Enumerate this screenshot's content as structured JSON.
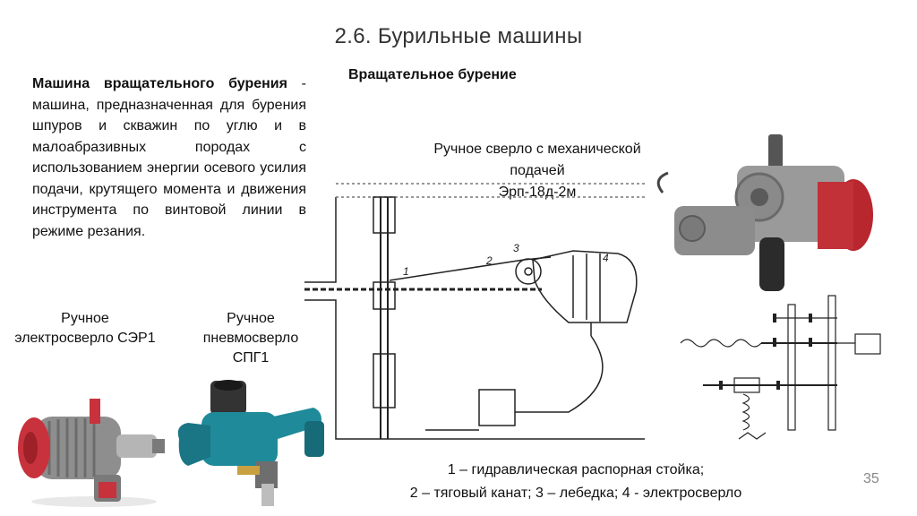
{
  "slide": {
    "title": "2.6. Бурильные машины",
    "page_number": "35"
  },
  "definition": {
    "term": "Машина вращательного бурения",
    "text": " - машина, предназначенная для бурения шпуров и скважин по углю и в малоабразивных породах с использованием энергии осевого усилия подачи, крутящего момента и движения инструмента по винтовой линии в режиме резания."
  },
  "tools": {
    "ser_caption": "Ручное электросверло СЭР1",
    "spg_caption": "Ручное пневмосверло СПГ1"
  },
  "rotary": {
    "title": "Вращательное бурение",
    "drill_caption_line1": "Ручное сверло с механической подачей",
    "drill_caption_line2": "Эрп-18д-2м"
  },
  "diagram": {
    "labels": [
      "1",
      "2",
      "3",
      "4"
    ],
    "legend_line1": "1 – гидравлическая распорная стойка;",
    "legend_line2": "2 – тяговый канат; 3 – лебедка; 4 - электросверло"
  },
  "colors": {
    "ser_red": "#c8323c",
    "spg_teal": "#1f8a99",
    "erp_red": "#b8262e",
    "metal": "#9a9a9a"
  }
}
